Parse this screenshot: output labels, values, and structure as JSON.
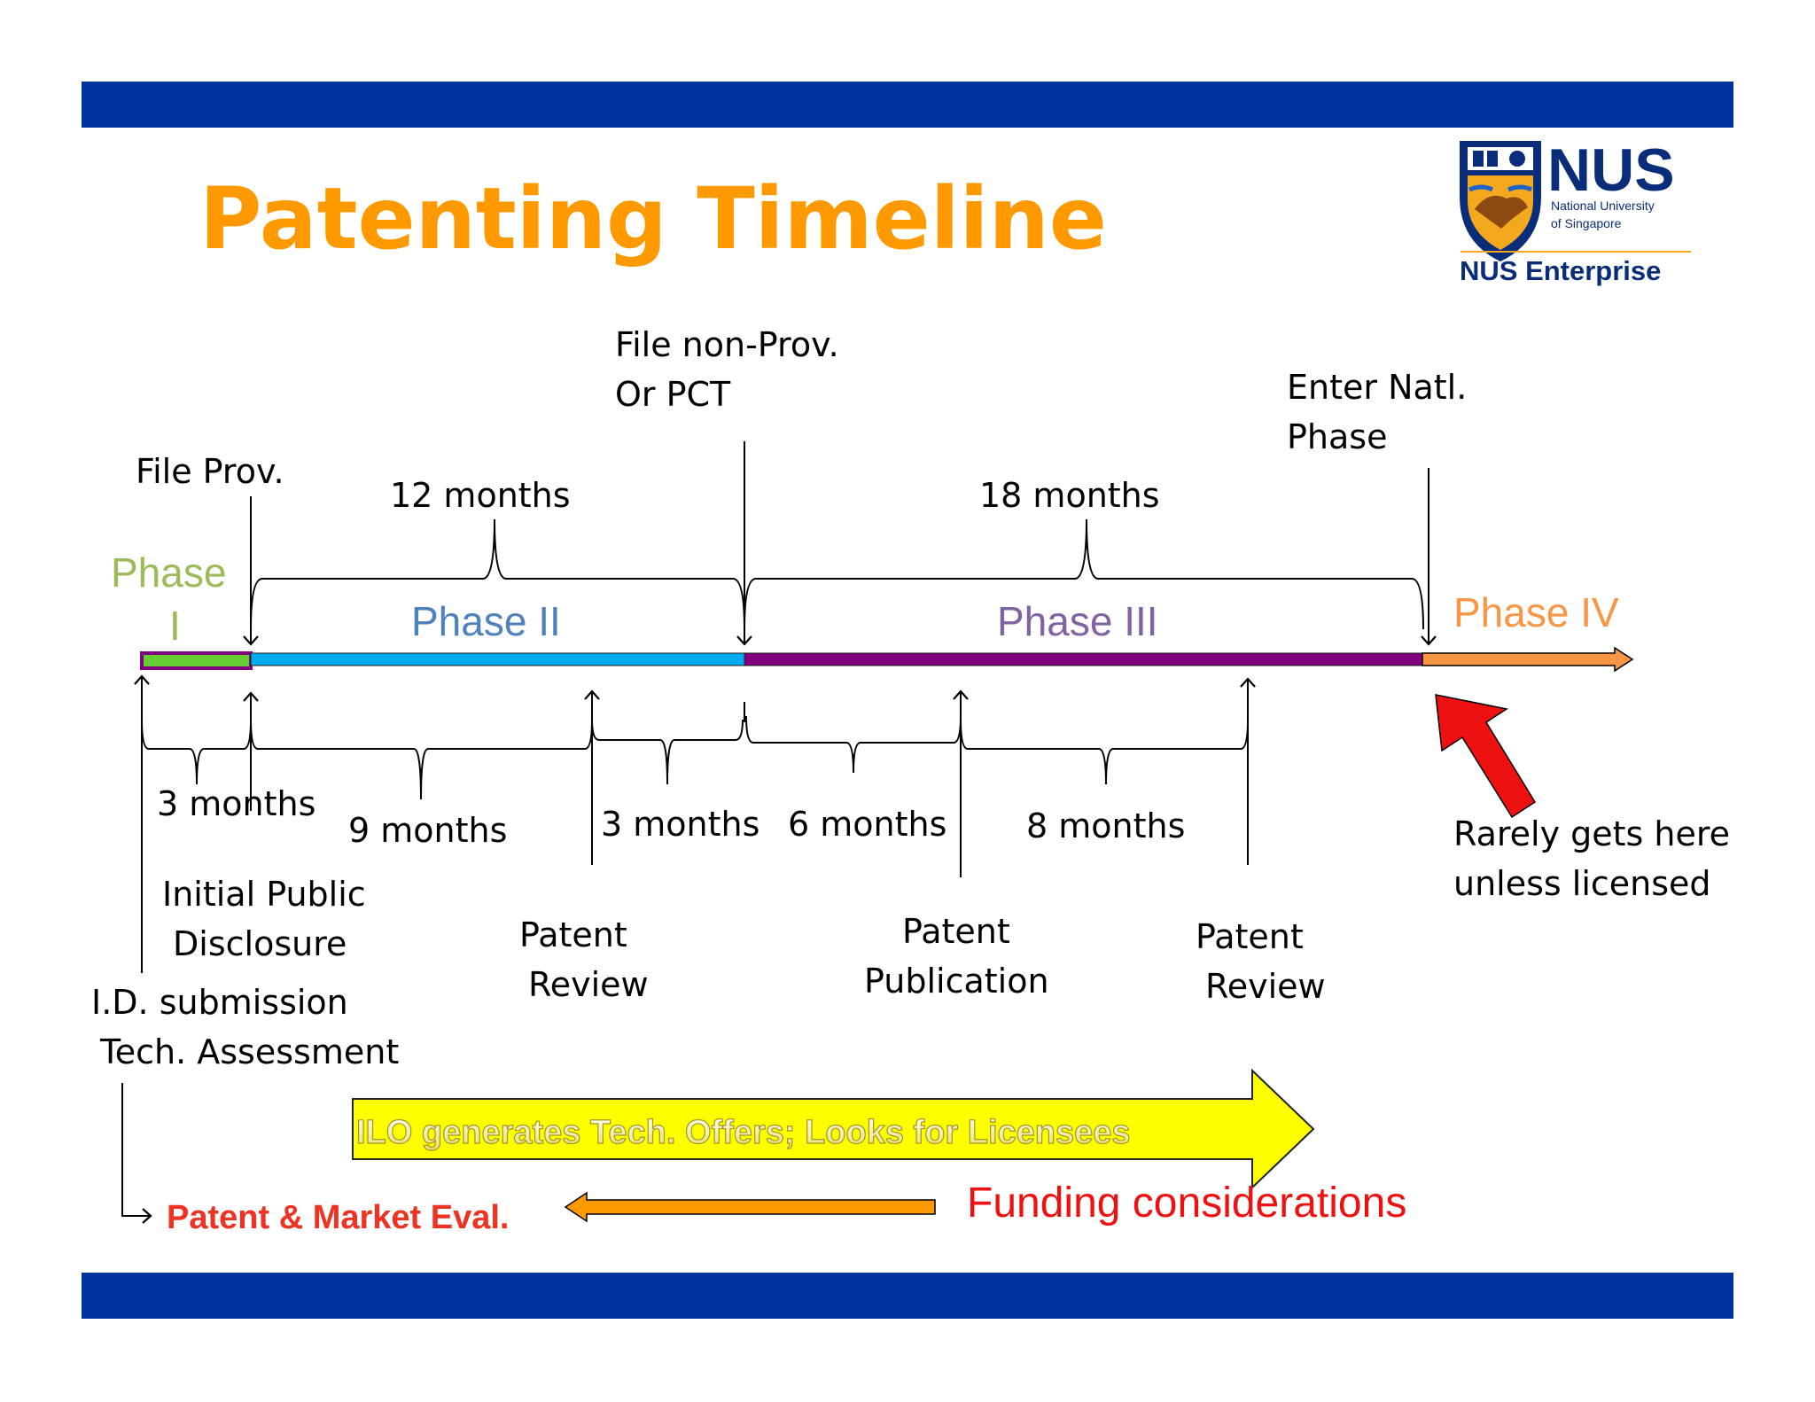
{
  "slide": {
    "title": "Patenting Timeline",
    "colors": {
      "band": "#0033a0",
      "title": "#ff9900",
      "phase1": "#9bbb59",
      "phase2": "#4f81bd",
      "phase3": "#8064a2",
      "phase4": "#f79646",
      "phase1_bar": "#66cc33",
      "phase2_bar": "#00aaee",
      "phase3_bar": "#800080",
      "phase4_bar": "#f79646",
      "red": "#ee3322",
      "yellow_arrow": "#ffff00"
    }
  },
  "logo": {
    "name": "NUS",
    "subtitle_line1": "National University",
    "subtitle_line2": "of Singapore",
    "enterprise": "NUS Enterprise"
  },
  "phases": {
    "phase1_line1": "Phase",
    "phase1_line2": "I",
    "phase2": "Phase II",
    "phase3": "Phase III",
    "phase4": "Phase IV"
  },
  "milestones_top": {
    "file_prov": "File Prov.",
    "file_nonprov_line1": "File non-Prov.",
    "file_nonprov_line2": "Or PCT",
    "enter_natl_line1": "Enter Natl.",
    "enter_natl_line2": "Phase"
  },
  "durations_top": {
    "d12": "12 months",
    "d18": "18 months"
  },
  "durations_bottom": {
    "d3a": "3 months",
    "d9": "9 months",
    "d3b": "3 months",
    "d6": "6 months",
    "d8": "8 months"
  },
  "milestones_bottom": {
    "disclosure_line1": "Initial Public",
    "disclosure_line2": "Disclosure",
    "id_line1": "I.D. submission",
    "id_line2": "Tech. Assessment",
    "review1_line1": "Patent",
    "review1_line2": "Review",
    "publication_line1": "Patent",
    "publication_line2": "Publication",
    "review2_line1": "Patent",
    "review2_line2": "Review",
    "rarely_line1": "Rarely gets here",
    "rarely_line2": "unless licensed"
  },
  "footer": {
    "ilo_text": "ILO generates Tech. Offers; Looks for Licensees",
    "patent_market": "Patent & Market Eval.",
    "funding": "Funding considerations"
  }
}
